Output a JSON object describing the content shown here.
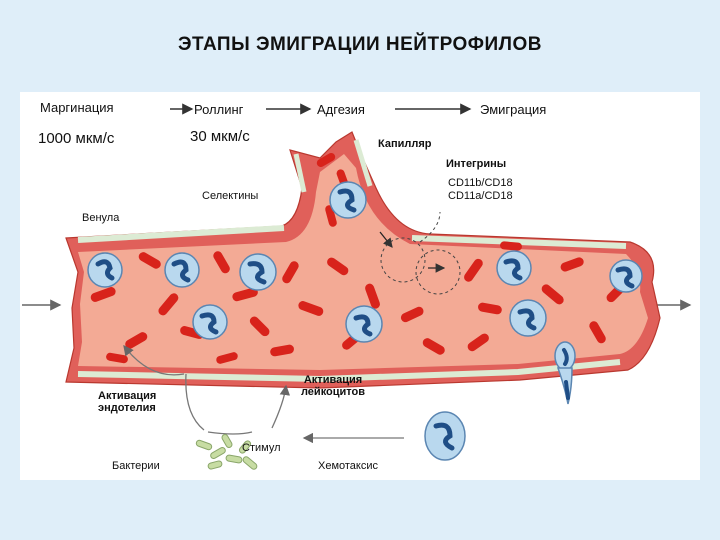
{
  "title": "ЭТАПЫ ЭМИГРАЦИИ НЕЙТРОФИЛОВ",
  "stages": [
    "Маргинация",
    "Роллинг",
    "Адгезия",
    "Эмиграция"
  ],
  "speeds": [
    "1000 мкм/с",
    "30 мкм/с"
  ],
  "labels": {
    "capillary": "Капилляр",
    "integrins": "Интегрины",
    "cd11b": "CD11b/CD18",
    "cd11a": "CD11a/CD18",
    "selectins": "Селектины",
    "venule": "Венула",
    "endothelium_activation_1": "Активация",
    "endothelium_activation_2": "эндотелия",
    "leukocyte_activation_1": "Активация",
    "leukocyte_activation_2": "лейкоцитов",
    "stimulus": "Стимул",
    "bacteria": "Бактерии",
    "chemotaxis": "Хемотаксис"
  },
  "colors": {
    "background": "#dfeef9",
    "vessel_wall": "#e0605a",
    "lumen": "#f3aa95",
    "endothelium": "#dcebd4",
    "rbc": "#d8231b",
    "leukocyte": "#b9d8ee",
    "nucleus": "#1f4e86",
    "bacteria": "#c7dca3"
  }
}
